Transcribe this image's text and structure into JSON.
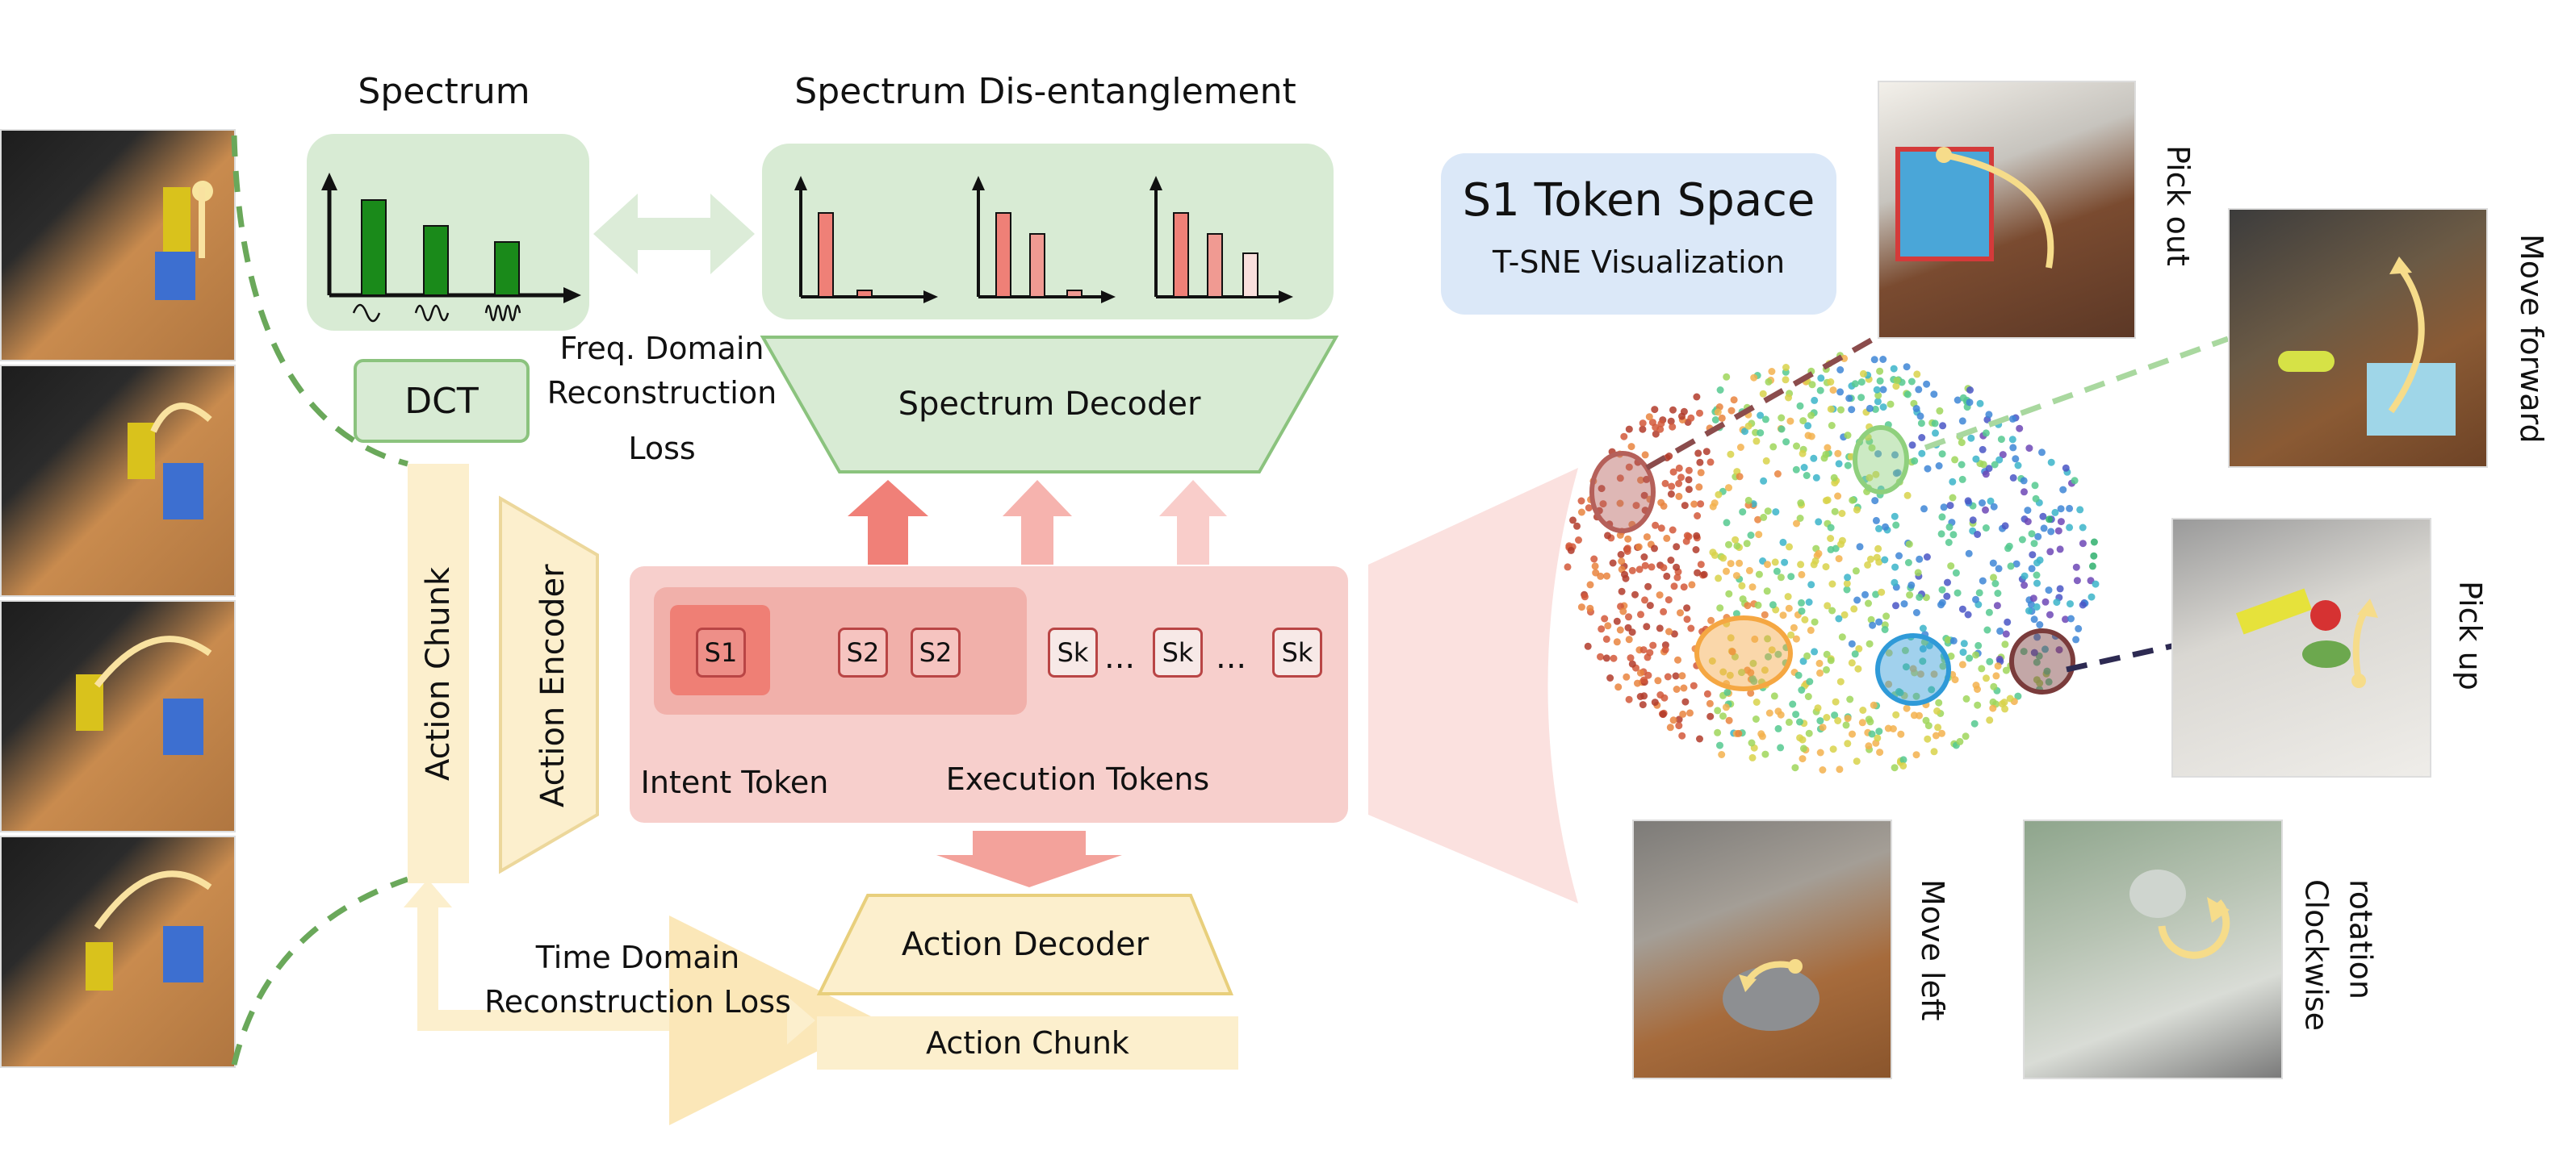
{
  "spectrum": {
    "title": "Spectrum"
  },
  "disentangle": {
    "title": "Spectrum Dis-entanglement"
  },
  "dct": {
    "label": "DCT"
  },
  "freq_loss": {
    "line1": "Freq. Domain",
    "line2": "Reconstruction",
    "line3": "Loss"
  },
  "spectrum_decoder": {
    "label": "Spectrum Decoder"
  },
  "action_chunk_vertical": {
    "label": "Action Chunk"
  },
  "action_encoder": {
    "label": "Action Encoder"
  },
  "tokens": {
    "s1": "S1",
    "s2a": "S2",
    "s2b": "S2",
    "ska": "Sk",
    "skb": "Sk",
    "skc": "Sk",
    "dots": "..."
  },
  "intent_token": {
    "label": "Intent Token"
  },
  "execution_tokens": {
    "label": "Execution Tokens"
  },
  "action_decoder": {
    "label": "Action Decoder"
  },
  "action_chunk_bottom": {
    "label": "Action Chunk"
  },
  "time_loss": {
    "line1": "Time Domain",
    "line2": "Reconstruction Loss"
  },
  "token_space": {
    "title": "S1 Token Space",
    "subtitle": "T-SNE Visualization"
  },
  "examples": {
    "pick_out": "Pick out",
    "move_forward": "Move forward",
    "pick_up": "Pick up",
    "move_left": "Move left",
    "clockwise_line1": "Clockwise",
    "clockwise_line2": "rotation"
  },
  "colors": {
    "green_panel": "#d8ebd4",
    "green_bar": "#1a8a1a",
    "red_bar": "#ef8077",
    "pink_panel": "#f7cfcc",
    "yellow_panel": "#fcefcd",
    "blue_panel": "#dbe8f8",
    "dashed_green": "#6aa85a"
  }
}
